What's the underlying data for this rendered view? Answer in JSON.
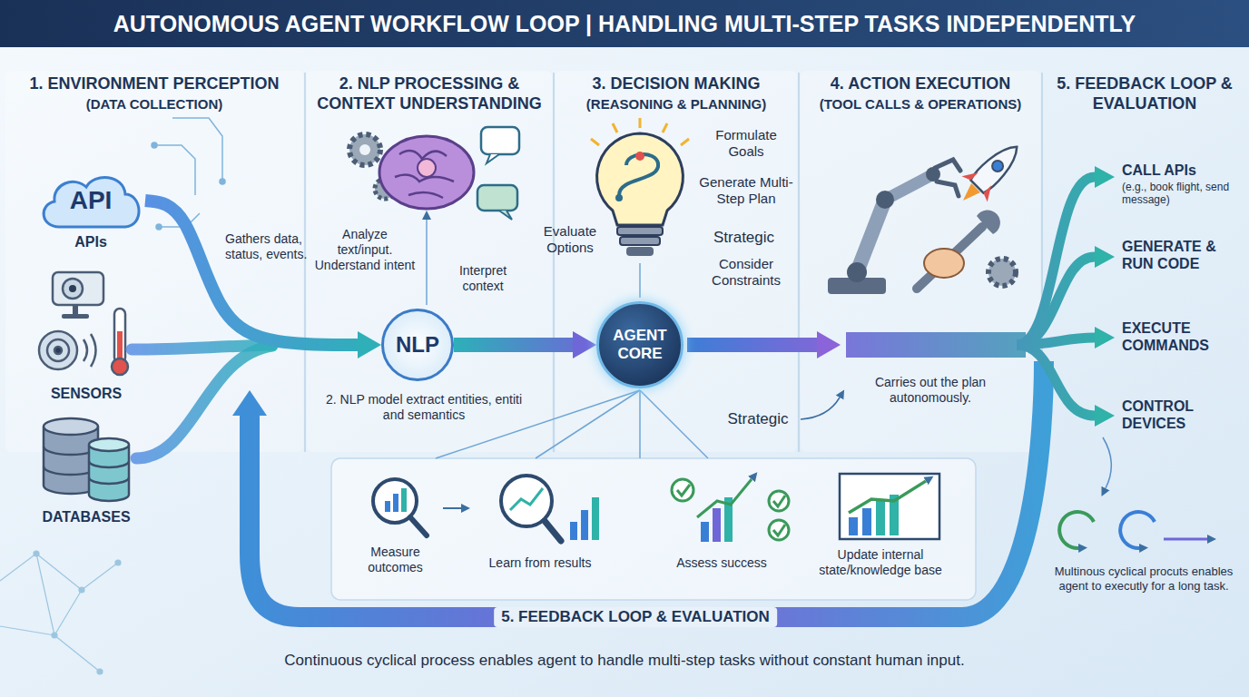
{
  "diagram": {
    "title": "AUTONOMOUS AGENT WORKFLOW LOOP | HANDLING MULTI-STEP TASKS INDEPENDENTLY",
    "caption": "Continuous cyclical process enables agent to handle multi-step tasks without constant human input.",
    "nodes": [
      {
        "text": [
          "1. ENVIRONMENT PERCEPTION",
          "(DATA COLLECTION)"
        ]
      },
      {
        "text": [
          "2. NLP PROCESSING & CONTEXT UNDERSTANDING"
        ]
      },
      {
        "text": [
          "3. DECISION MAKING",
          "(REASONING & PLANNING)"
        ]
      },
      {
        "text": [
          "4. ACTION EXECUTION",
          "(TOOL CALLS & OPERATIONS)"
        ]
      },
      {
        "text": [
          "5. FEEDBACK LOOP & EVALUATION"
        ]
      },
      {
        "text": [
          "API",
          "APIs"
        ],
        "in": 0
      },
      {
        "text": [
          "NLP"
        ],
        "in": 1
      },
      {
        "text": [
          "AGENT CORE"
        ],
        "in": 2
      }
    ],
    "edges": [
      {
        "from": 5,
        "to": 6,
        "arrow": "to"
      },
      {
        "from": 6,
        "to": 7,
        "arrow": "to"
      }
    ],
    "labels": [
      "SENSORS",
      "DATABASES",
      "Gathers data, status, events.",
      "Analyze text/input. Understand intent",
      "Interpret context",
      "2. NLP model extract entities, entiti and semantics",
      "Formulate Goals",
      "Generate Multi-Step Plan",
      "Strategic",
      "Consider Constraints",
      "Evaluate Options",
      "Strategic",
      "Carries out the plan autonomously.",
      "CALL APIs",
      "(e.g., book flight, send message)",
      "GENERATE & RUN CODE",
      "EXECUTE COMMANDS",
      "CONTROL DEVICES",
      "Measure outcomes",
      "Learn from results",
      "Assess success",
      "Update internal state/knowledge base",
      "5. FEEDBACK LOOP & EVALUATION",
      "Multinous cyclical procuts enables agent to executly for a long task."
    ]
  }
}
